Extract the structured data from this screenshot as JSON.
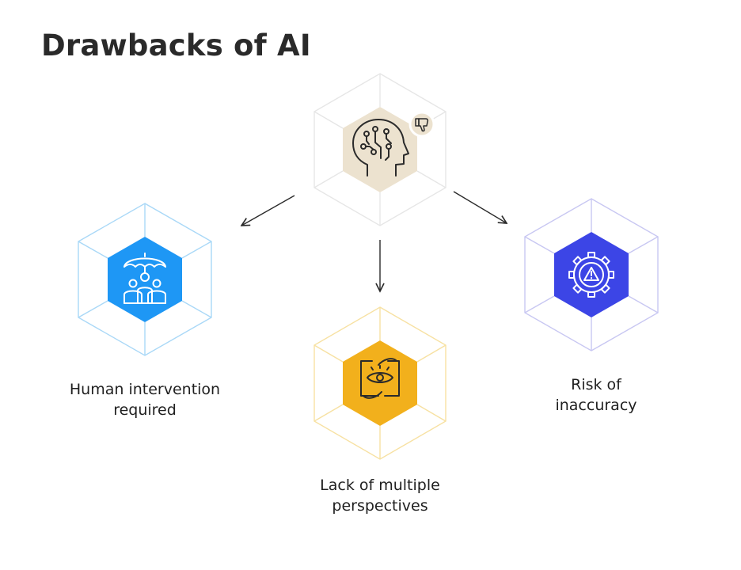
{
  "title": "Drawbacks of AI",
  "center": {
    "icon": "ai-brain-icon",
    "badge_icon": "thumbs-down-icon",
    "color": "#ece2cf",
    "outline_color": "#e6e6e6"
  },
  "nodes": [
    {
      "id": "human-intervention",
      "label_lines": [
        "Human intervention",
        "required"
      ],
      "icon": "umbrella-people-icon",
      "color": "#1e97f5",
      "outline_color": "#a9d8f7"
    },
    {
      "id": "lack-of-perspectives",
      "label_lines": [
        "Lack of multiple",
        "perspectives"
      ],
      "icon": "eye-perspective-icon",
      "color": "#f2b01c",
      "outline_color": "#f7e1a2"
    },
    {
      "id": "risk-of-inaccuracy",
      "label_lines": [
        "Risk of",
        "inaccuracy"
      ],
      "icon": "gear-warning-icon",
      "color": "#3c45e6",
      "outline_color": "#c8c7f2"
    }
  ]
}
